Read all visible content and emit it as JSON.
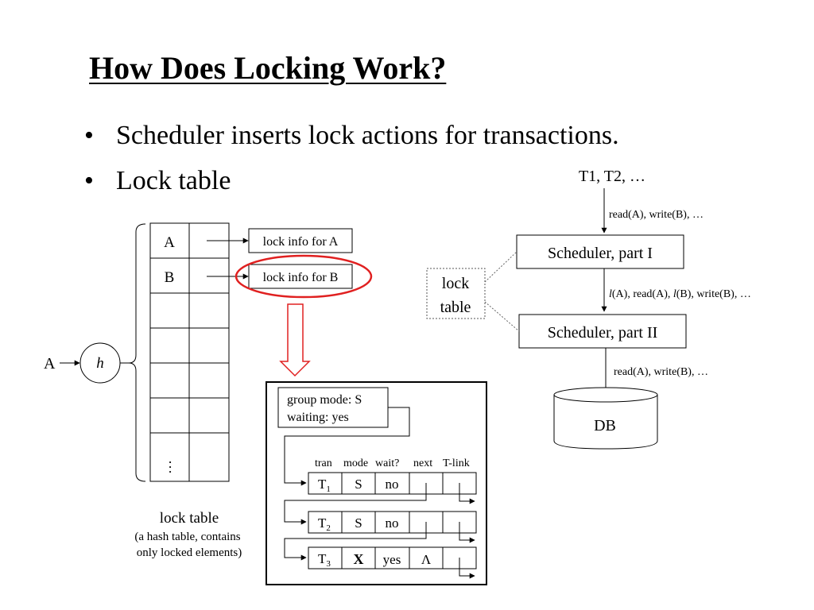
{
  "title": "How Does Locking Work?",
  "bullets": [
    "Scheduler inserts lock actions for transactions.",
    "Lock table"
  ],
  "hash_table": {
    "rows": [
      "A",
      "B"
    ],
    "ellipsis": "…",
    "input_label": "A",
    "hash_fn": "h",
    "caption": "lock table",
    "caption_sub1": "(a hash table, contains",
    "caption_sub2": "only locked elements)"
  },
  "lock_info": [
    "lock info for A",
    "lock info for B"
  ],
  "detail": {
    "group_mode": "group mode: S",
    "waiting": "waiting: yes",
    "headers": [
      "tran",
      "mode",
      "wait?",
      "next",
      "T-link"
    ],
    "rows": [
      {
        "tran": "T",
        "sub": "1",
        "mode": "S",
        "wait": "no",
        "next": ""
      },
      {
        "tran": "T",
        "sub": "2",
        "mode": "S",
        "wait": "no",
        "next": ""
      },
      {
        "tran": "T",
        "sub": "3",
        "mode": "X",
        "wait": "yes",
        "next": "Λ"
      }
    ]
  },
  "scheduler": {
    "input": "T1, T2, …",
    "actions_in": "read(A), write(B), …",
    "part1": "Scheduler, part I",
    "actions_mid_l1": "l",
    "actions_mid_1": "(A), read(A), ",
    "actions_mid_l2": "l",
    "actions_mid_2": "(B), write(B), …",
    "part2": "Scheduler, part II",
    "actions_out": "read(A), write(B), …",
    "db": "DB",
    "lock_table_line1": "lock",
    "lock_table_line2": "table"
  },
  "colors": {
    "highlight_ring": "#e02020",
    "arrow_outline": "#e02020"
  }
}
